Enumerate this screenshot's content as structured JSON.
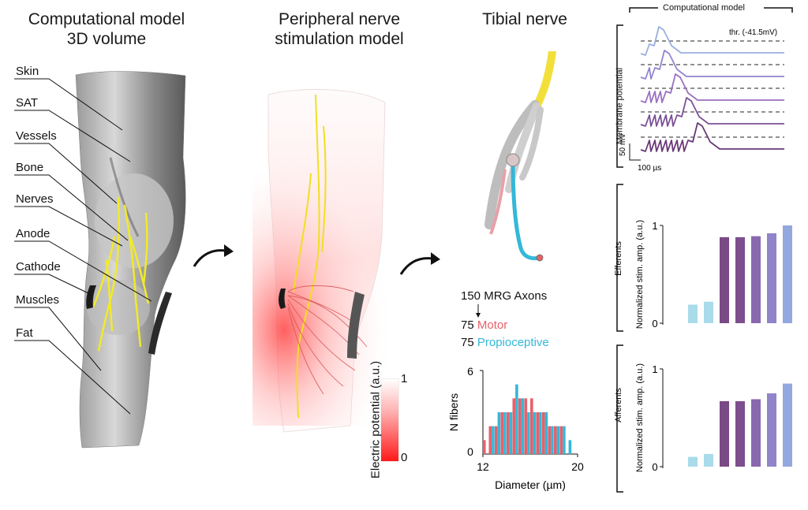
{
  "titles": {
    "panel1_line1": "Computational model",
    "panel1_line2": "3D volume",
    "panel2_line1": "Peripheral nerve",
    "panel2_line2": "stimulation model",
    "panel3": "Tibial nerve"
  },
  "tissue_labels": [
    "Skin",
    "SAT",
    "Vessels",
    "Bone",
    "Nerves",
    "Anode",
    "Cathode",
    "Muscles",
    "Fat"
  ],
  "colorbar": {
    "label": "Electric potential (a.u.)",
    "max": "1",
    "min": "0",
    "color_high": "#ffffff",
    "color_low": "#ff1a1a"
  },
  "axons": {
    "total": "150 MRG Axons",
    "motor_count": "75",
    "motor_label": "Motor",
    "prop_count": "75",
    "prop_label": "Propioceptive",
    "motor_color": "#e8606a",
    "prop_color": "#33b8d8"
  },
  "membrane": {
    "header": "Computational model",
    "ylabel": "Membrane potential",
    "threshold": "thr. (-41.5mV)",
    "scale_v": "50 mV",
    "scale_t": "100 µs",
    "trace_colors": [
      "#9aaee0",
      "#8f86d0",
      "#9a70c0",
      "#7c5196",
      "#6a3a78"
    ],
    "pulses_before_spike": [
      1,
      2,
      4,
      6,
      8
    ]
  },
  "chart_data": [
    {
      "type": "bar",
      "title": "",
      "xlabel": "Diameter (µm)",
      "ylabel": "N fibers",
      "xlim": [
        12,
        20
      ],
      "ylim": [
        0,
        6
      ],
      "xticks": [
        "12",
        "20"
      ],
      "yticks": [
        "0",
        "6"
      ],
      "series": [
        {
          "name": "Motor",
          "color": "#e8606a",
          "x": [
            12.0,
            12.5,
            13.0,
            13.5,
            14.0,
            14.5,
            15.0,
            15.5,
            16.0,
            16.5,
            17.0,
            17.5,
            18.0,
            18.5,
            19.0
          ],
          "values": [
            1,
            2,
            2,
            3,
            3,
            4,
            4,
            4,
            4,
            3,
            3,
            2,
            2,
            2,
            0
          ]
        },
        {
          "name": "Propioceptive",
          "color": "#33b8d8",
          "x": [
            12.0,
            12.5,
            13.0,
            13.5,
            14.0,
            14.5,
            15.0,
            15.5,
            16.0,
            16.5,
            17.0,
            17.5,
            18.0,
            18.5,
            19.0
          ],
          "values": [
            0,
            2,
            3,
            3,
            3,
            5,
            4,
            3,
            3,
            3,
            3,
            2,
            2,
            2,
            1
          ]
        }
      ]
    },
    {
      "type": "bar",
      "title": "",
      "group_label": "Efferents",
      "ylabel": "Normalized stim. amp. (a.u.)",
      "yticks": [
        "0",
        "1"
      ],
      "ylim": [
        0,
        1
      ],
      "values": [
        0.19,
        0.22,
        0.88,
        0.88,
        0.89,
        0.92,
        1.0
      ],
      "colors": [
        "#a9dbea",
        "#a9dbea",
        "#7a4a86",
        "#7d4f8e",
        "#8a68b0",
        "#9184c8",
        "#93a8de"
      ]
    },
    {
      "type": "bar",
      "title": "",
      "group_label": "Afferents",
      "ylabel": "Normalized stim. amp. (a.u.)",
      "yticks": [
        "0",
        "1"
      ],
      "ylim": [
        0,
        1
      ],
      "values": [
        0.1,
        0.13,
        0.67,
        0.67,
        0.69,
        0.75,
        0.85
      ],
      "colors": [
        "#a9dbea",
        "#a9dbea",
        "#7a4a86",
        "#7d4f8e",
        "#8a68b0",
        "#9184c8",
        "#93a8de"
      ]
    }
  ]
}
